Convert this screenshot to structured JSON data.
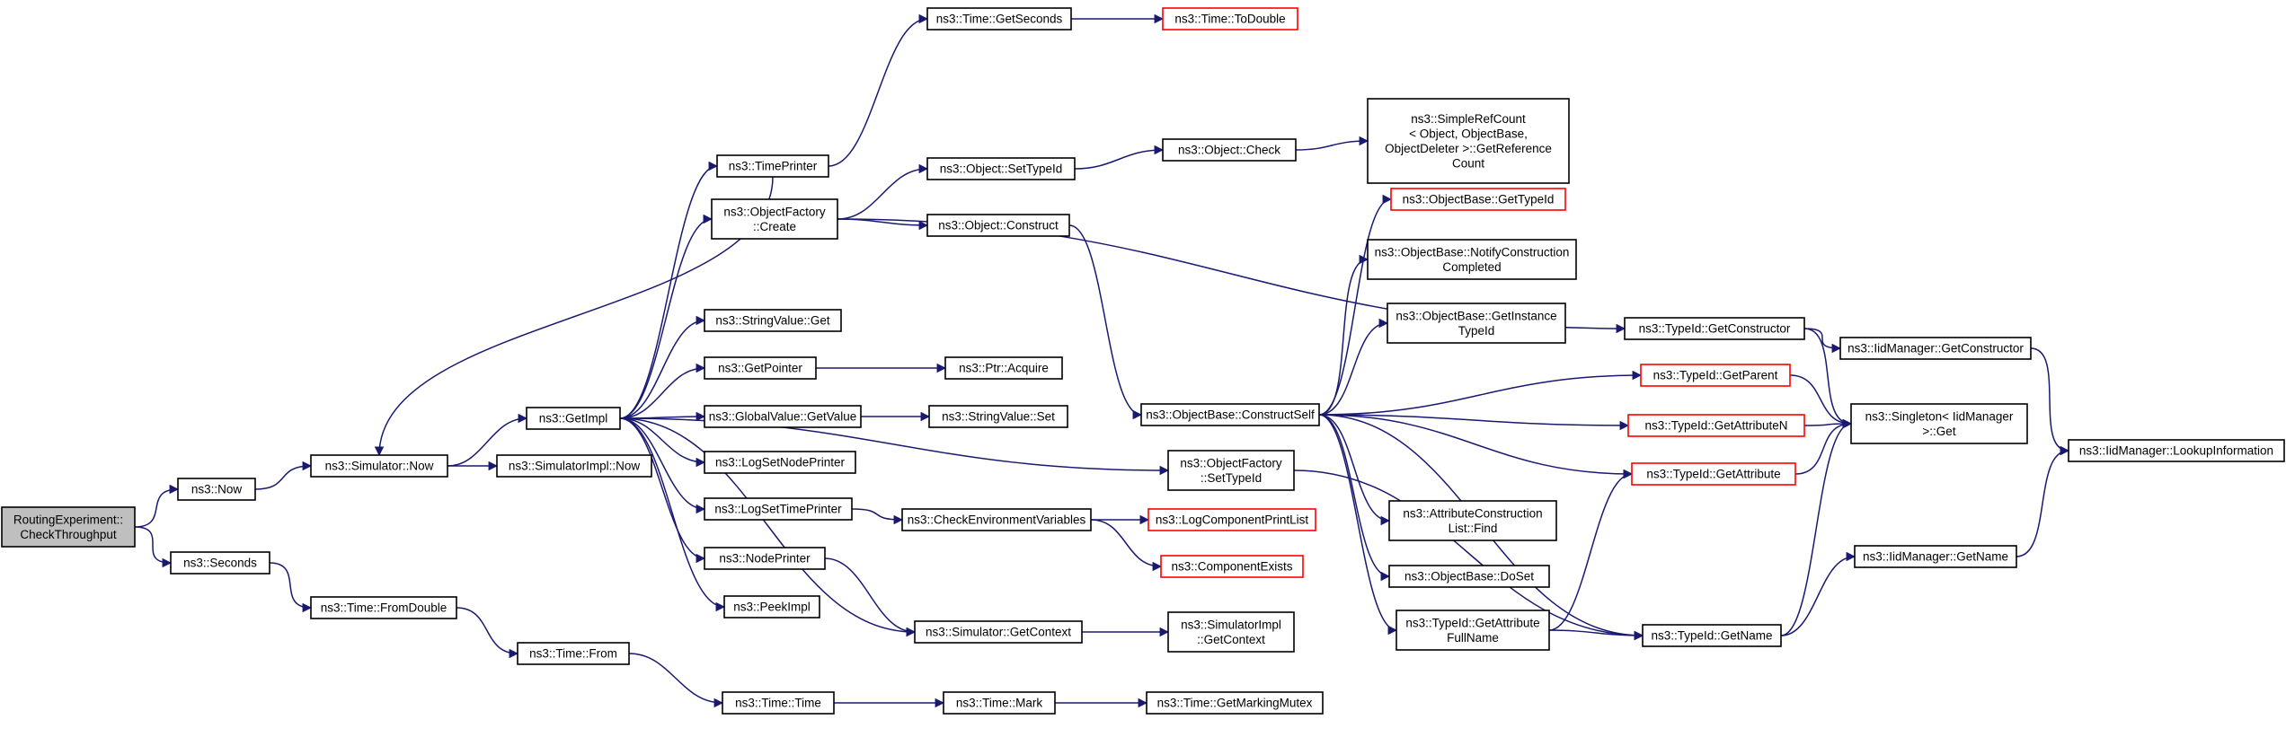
{
  "colors": {
    "edge": "#191970",
    "box_border": "#000000",
    "truncated_border": "#ff0000",
    "root_fill": "#bfbfbf"
  },
  "nodes": {
    "root": {
      "lines": [
        "RoutingExperiment::",
        "CheckThroughput"
      ]
    },
    "now": {
      "lines": [
        "ns3::Now"
      ]
    },
    "seconds": {
      "lines": [
        "ns3::Seconds"
      ]
    },
    "sim_now": {
      "lines": [
        "ns3::Simulator::Now"
      ]
    },
    "fromdouble": {
      "lines": [
        "ns3::Time::FromDouble"
      ]
    },
    "getimpl": {
      "lines": [
        "ns3::GetImpl"
      ]
    },
    "simimpl_now": {
      "lines": [
        "ns3::SimulatorImpl::Now"
      ]
    },
    "time_from": {
      "lines": [
        "ns3::Time::From"
      ]
    },
    "timeprinter": {
      "lines": [
        "ns3::TimePrinter"
      ]
    },
    "of_create": {
      "lines": [
        "ns3::ObjectFactory",
        "::Create"
      ]
    },
    "sv_get": {
      "lines": [
        "ns3::StringValue::Get"
      ]
    },
    "getpointer": {
      "lines": [
        "ns3::GetPointer"
      ]
    },
    "gv_getvalue": {
      "lines": [
        "ns3::GlobalValue::GetValue"
      ]
    },
    "logsetnode": {
      "lines": [
        "ns3::LogSetNodePrinter"
      ]
    },
    "logsettime": {
      "lines": [
        "ns3::LogSetTimePrinter"
      ]
    },
    "nodeprinter": {
      "lines": [
        "ns3::NodePrinter"
      ]
    },
    "peekimpl": {
      "lines": [
        "ns3::PeekImpl"
      ]
    },
    "time_time": {
      "lines": [
        "ns3::Time::Time"
      ]
    },
    "time_getseconds": {
      "lines": [
        "ns3::Time::GetSeconds"
      ]
    },
    "obj_settypeid": {
      "lines": [
        "ns3::Object::SetTypeId"
      ]
    },
    "obj_construct": {
      "lines": [
        "ns3::Object::Construct"
      ]
    },
    "ptr_acquire": {
      "lines": [
        "ns3::Ptr::Acquire"
      ]
    },
    "sv_set": {
      "lines": [
        "ns3::StringValue::Set"
      ]
    },
    "checkenv": {
      "lines": [
        "ns3::CheckEnvironmentVariables"
      ]
    },
    "sim_getcontext": {
      "lines": [
        "ns3::Simulator::GetContext"
      ]
    },
    "time_mark": {
      "lines": [
        "ns3::Time::Mark"
      ]
    },
    "time_todouble": {
      "lines": [
        "ns3::Time::ToDouble"
      ]
    },
    "obj_check": {
      "lines": [
        "ns3::Object::Check"
      ]
    },
    "ob_constructself": {
      "lines": [
        "ns3::ObjectBase::ConstructSelf"
      ]
    },
    "of_settypeid": {
      "lines": [
        "ns3::ObjectFactory",
        "::SetTypeId"
      ]
    },
    "logcompprint": {
      "lines": [
        "ns3::LogComponentPrintList"
      ]
    },
    "compexists": {
      "lines": [
        "ns3::ComponentExists"
      ]
    },
    "simimpl_getcontext": {
      "lines": [
        "ns3::SimulatorImpl",
        "::GetContext"
      ]
    },
    "getmarkingmutex": {
      "lines": [
        "ns3::Time::GetMarkingMutex"
      ]
    },
    "srefcount": {
      "lines": [
        "ns3::SimpleRefCount",
        "< Object, ObjectBase,",
        "ObjectDeleter >::GetReference",
        "Count"
      ]
    },
    "ob_gettypeid": {
      "lines": [
        "ns3::ObjectBase::GetTypeId"
      ]
    },
    "ob_notify": {
      "lines": [
        "ns3::ObjectBase::NotifyConstruction",
        "Completed"
      ]
    },
    "ob_getinstance": {
      "lines": [
        "ns3::ObjectBase::GetInstance",
        "TypeId"
      ]
    },
    "attrconstruction": {
      "lines": [
        "ns3::AttributeConstruction",
        "List::Find"
      ]
    },
    "ob_doset": {
      "lines": [
        "ns3::ObjectBase::DoSet"
      ]
    },
    "tid_getattrfullname": {
      "lines": [
        "ns3::TypeId::GetAttribute",
        "FullName"
      ]
    },
    "tid_getconstructor": {
      "lines": [
        "ns3::TypeId::GetConstructor"
      ]
    },
    "tid_getparent": {
      "lines": [
        "ns3::TypeId::GetParent"
      ]
    },
    "tid_getattributen": {
      "lines": [
        "ns3::TypeId::GetAttributeN"
      ]
    },
    "tid_getattribute": {
      "lines": [
        "ns3::TypeId::GetAttribute"
      ]
    },
    "tid_getname": {
      "lines": [
        "ns3::TypeId::GetName"
      ]
    },
    "iid_getconstructor": {
      "lines": [
        "ns3::IidManager::GetConstructor"
      ]
    },
    "singleton_get": {
      "lines": [
        "ns3::Singleton< IidManager",
        " >::Get"
      ]
    },
    "iid_getname": {
      "lines": [
        "ns3::IidManager::GetName"
      ]
    },
    "iid_lookup": {
      "lines": [
        "ns3::IidManager::LookupInformation"
      ]
    }
  }
}
